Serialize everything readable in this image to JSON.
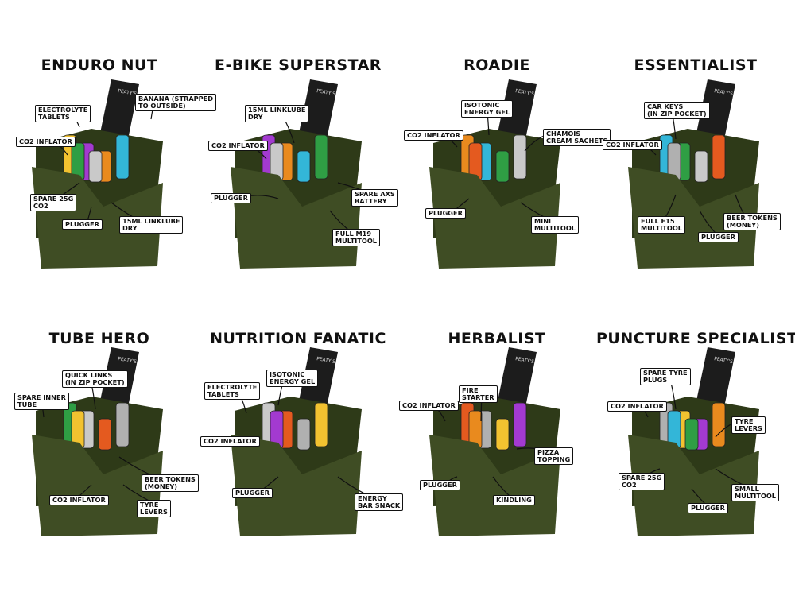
{
  "colors": {
    "pocket": "#3f4d24",
    "pocket_dark": "#2e3a18",
    "strap": "#1c1c1c",
    "label_bg": "#ffffff",
    "label_text": "#111111"
  },
  "brand": "PEATY'S",
  "kits": [
    {
      "title": "ENDURO NUT",
      "labels": [
        "ELECTROLYTE\nTABLETS",
        "BANANA (STRAPPED\nTO OUTSIDE)",
        "CO2 INFLATOR",
        "SPARE 25G\nCO2",
        "PLUGGER",
        "15ML LINKLUBE\nDRY"
      ],
      "icons": [
        "banana-icon",
        "electrolyte-tablet-icon",
        "co2-inflator-icon",
        "co2-cartridge-icon",
        "plugger-icon",
        "linklube-bottle-icon"
      ]
    },
    {
      "title": "E-BIKE SUPERSTAR",
      "labels": [
        "15ML LINKLUBE\nDRY",
        "CO2 INFLATOR",
        "PLUGGER",
        "SPARE AXS\nBATTERY",
        "FULL M19\nMULTITOOL"
      ],
      "icons": [
        "linklube-bottle-icon",
        "co2-inflator-icon",
        "plugger-icon",
        "battery-icon",
        "multitool-icon"
      ]
    },
    {
      "title": "ROADIE",
      "labels": [
        "ISOTONIC\nENERGY GEL",
        "CO2 INFLATOR",
        "CHAMOIS\nCREAM SACHETS",
        "PLUGGER",
        "MINI\nMULTITOOL"
      ],
      "icons": [
        "energy-gel-icon",
        "co2-inflator-icon",
        "cream-sachet-icon",
        "plugger-icon",
        "multitool-icon"
      ]
    },
    {
      "title": "ESSENTIALIST",
      "labels": [
        "CAR KEYS\n(IN ZIP POCKET)",
        "CO2 INFLATOR",
        "FULL F15\nMULTITOOL",
        "PLUGGER",
        "BEER TOKENS\n(MONEY)"
      ],
      "icons": [
        "car-key-icon",
        "co2-inflator-icon",
        "multitool-icon",
        "plugger-icon",
        "banknote-icon"
      ]
    },
    {
      "title": "TUBE HERO",
      "labels": [
        "QUICK LINKS\n(IN ZIP POCKET)",
        "SPARE INNER\nTUBE",
        "BEER TOKENS\n(MONEY)",
        "CO2 INFLATOR",
        "TYRE\nLEVERS"
      ],
      "icons": [
        "quick-link-icon",
        "inner-tube-icon",
        "banknote-icon",
        "co2-inflator-icon",
        "tyre-lever-icon"
      ]
    },
    {
      "title": "NUTRITION FANATIC",
      "labels": [
        "ISOTONIC\nENERGY GEL",
        "ELECTROLYTE\nTABLETS",
        "CO2 INFLATOR",
        "PLUGGER",
        "ENERGY\nBAR SNACK"
      ],
      "icons": [
        "energy-gel-icon",
        "electrolyte-tablet-icon",
        "co2-inflator-icon",
        "plugger-icon",
        "energy-bar-icon"
      ]
    },
    {
      "title": "HERBALIST",
      "labels": [
        "FIRE\nSTARTER",
        "CO2 INFLATOR",
        "PIZZA\nTOPPING",
        "PLUGGER",
        "KINDLING"
      ],
      "icons": [
        "lighter-icon",
        "co2-inflator-icon",
        "herb-bag-icon",
        "plugger-icon",
        "rolling-papers-icon"
      ]
    },
    {
      "title": "PUNCTURE SPECIALIST",
      "labels": [
        "SPARE TYRE\nPLUGS",
        "CO2 INFLATOR",
        "TYRE\nLEVERS",
        "SPARE 25G\nCO2",
        "SMALL\nMULTITOOL",
        "PLUGGER"
      ],
      "icons": [
        "tyre-plug-icon",
        "co2-inflator-icon",
        "tyre-lever-icon",
        "co2-cartridge-icon",
        "multitool-icon",
        "plugger-icon"
      ]
    }
  ]
}
